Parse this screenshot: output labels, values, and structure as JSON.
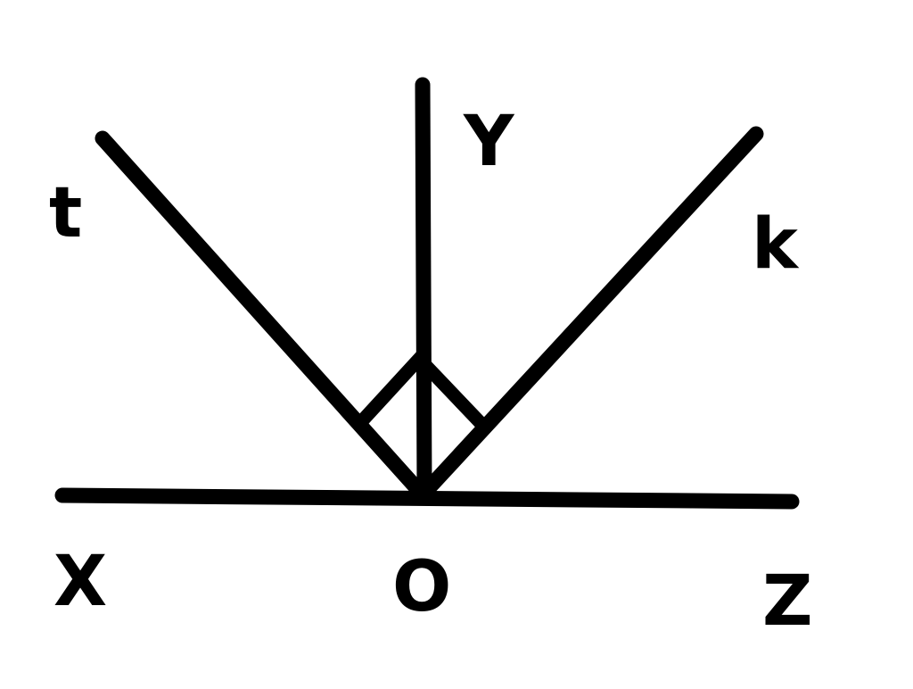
{
  "diagram": {
    "labels": {
      "x": "X",
      "o": "O",
      "z": "Z",
      "y": "Y",
      "t": "t",
      "k": "k"
    },
    "colors": {
      "stroke": "#000000",
      "background": "#ffffff"
    }
  }
}
